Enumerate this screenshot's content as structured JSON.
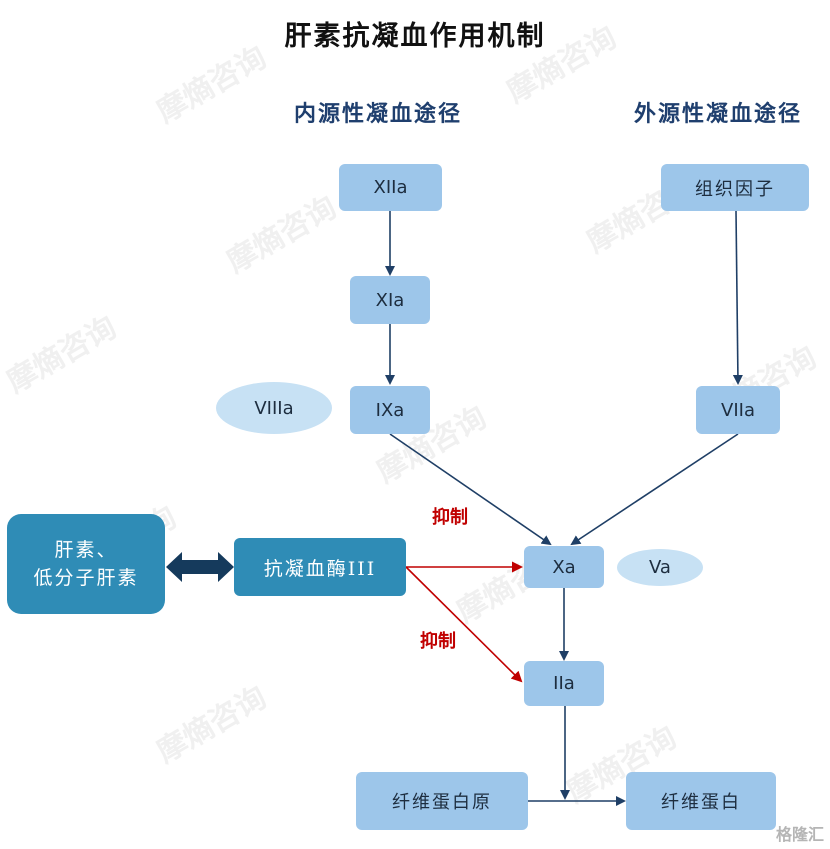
{
  "title": "肝素抗凝血作用机制",
  "sections": {
    "intrinsic": "内源性凝血途径",
    "extrinsic": "外源性凝血途径"
  },
  "nodes": {
    "xiia": "XIIa",
    "xia": "XIa",
    "ixa": "IXa",
    "viiia": "VIIIa",
    "tissue_factor": "组织因子",
    "viia": "VIIa",
    "xa": "Xa",
    "va": "Va",
    "iia": "IIa",
    "heparin_line1": "肝素、",
    "heparin_line2": "低分子肝素",
    "antithrombin": "抗凝血酶III",
    "fibrinogen": "纤维蛋白原",
    "fibrin": "纤维蛋白"
  },
  "labels": {
    "inhibit_upper": "抑制",
    "inhibit_lower": "抑制"
  },
  "watermark": "摩熵咨询",
  "corner_logo": "格隆汇",
  "colors": {
    "node": "#9dc6ea",
    "ellipse": "#c7e1f4",
    "dark_node": "#2f8cb6",
    "arrow": "#1f3f66",
    "inhibit": "#c00000"
  }
}
